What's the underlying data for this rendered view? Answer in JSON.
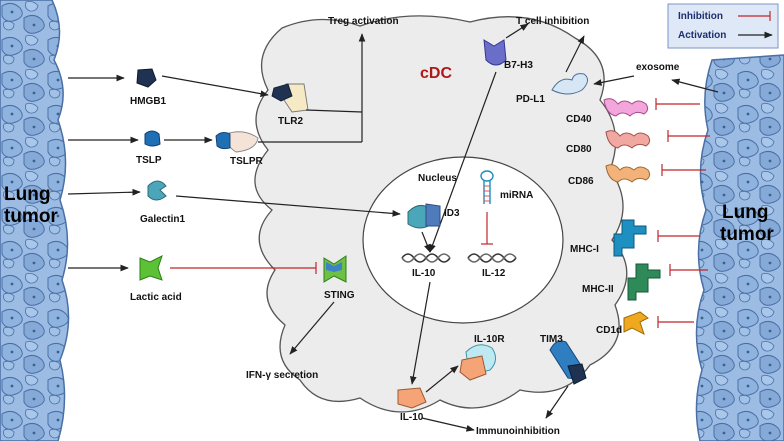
{
  "legend": {
    "inhibition": "Inhibition",
    "activation": "Activation"
  },
  "cell": {
    "name": "cDC",
    "nucleus": "Nucleus"
  },
  "tumor": {
    "left": [
      "Lung",
      "tumor"
    ],
    "right": [
      "Lung",
      "tumor"
    ]
  },
  "labels": {
    "treg_activation": "Treg activation",
    "t_cell_inhibition": "T cell inhibition",
    "b7h3": "B7-H3",
    "exosome": "exosome",
    "pdl1": "PD-L1",
    "hmgb1": "HMGB1",
    "tlr2": "TLR2",
    "tslp": "TSLP",
    "tslpr": "TSLPR",
    "galectin1": "Galectin1",
    "lactic_acid": "Lactic acid",
    "sting": "STING",
    "ifn": "IFN-γ secretion",
    "id3": "ID3",
    "mirna": "miRNA",
    "il10_gene": "IL-10",
    "il12_gene": "IL-12",
    "cd40": "CD40",
    "cd80": "CD80",
    "cd86": "CD86",
    "mhc1": "MHC-I",
    "mhc2": "MHC-II",
    "cd1d": "CD1d",
    "il10r": "IL-10R",
    "tim3": "TIM3",
    "il10": "IL-10",
    "immunoinhibition": "Immunoinhibition"
  },
  "colors": {
    "tumor_fill": "#8fb3df",
    "tumor_stroke": "#4a6fa5",
    "cell_fill": "#ececec",
    "inhibition": "#c0262b",
    "activation": "#222222",
    "hmgb1": "#1f3252",
    "tslp": "#1f6fb5",
    "galectin1": "#4aa6b8",
    "lactic_acid": "#5bc236",
    "cd40": "#f2a6dc",
    "cd80": "#f0a8a0",
    "cd86": "#f2b27a",
    "mhc1": "#1d8fc0",
    "mhc2": "#2f8a5a",
    "cd1d": "#f0a81e",
    "il10": "#f4a477",
    "tim3": "#2f7fc0"
  }
}
